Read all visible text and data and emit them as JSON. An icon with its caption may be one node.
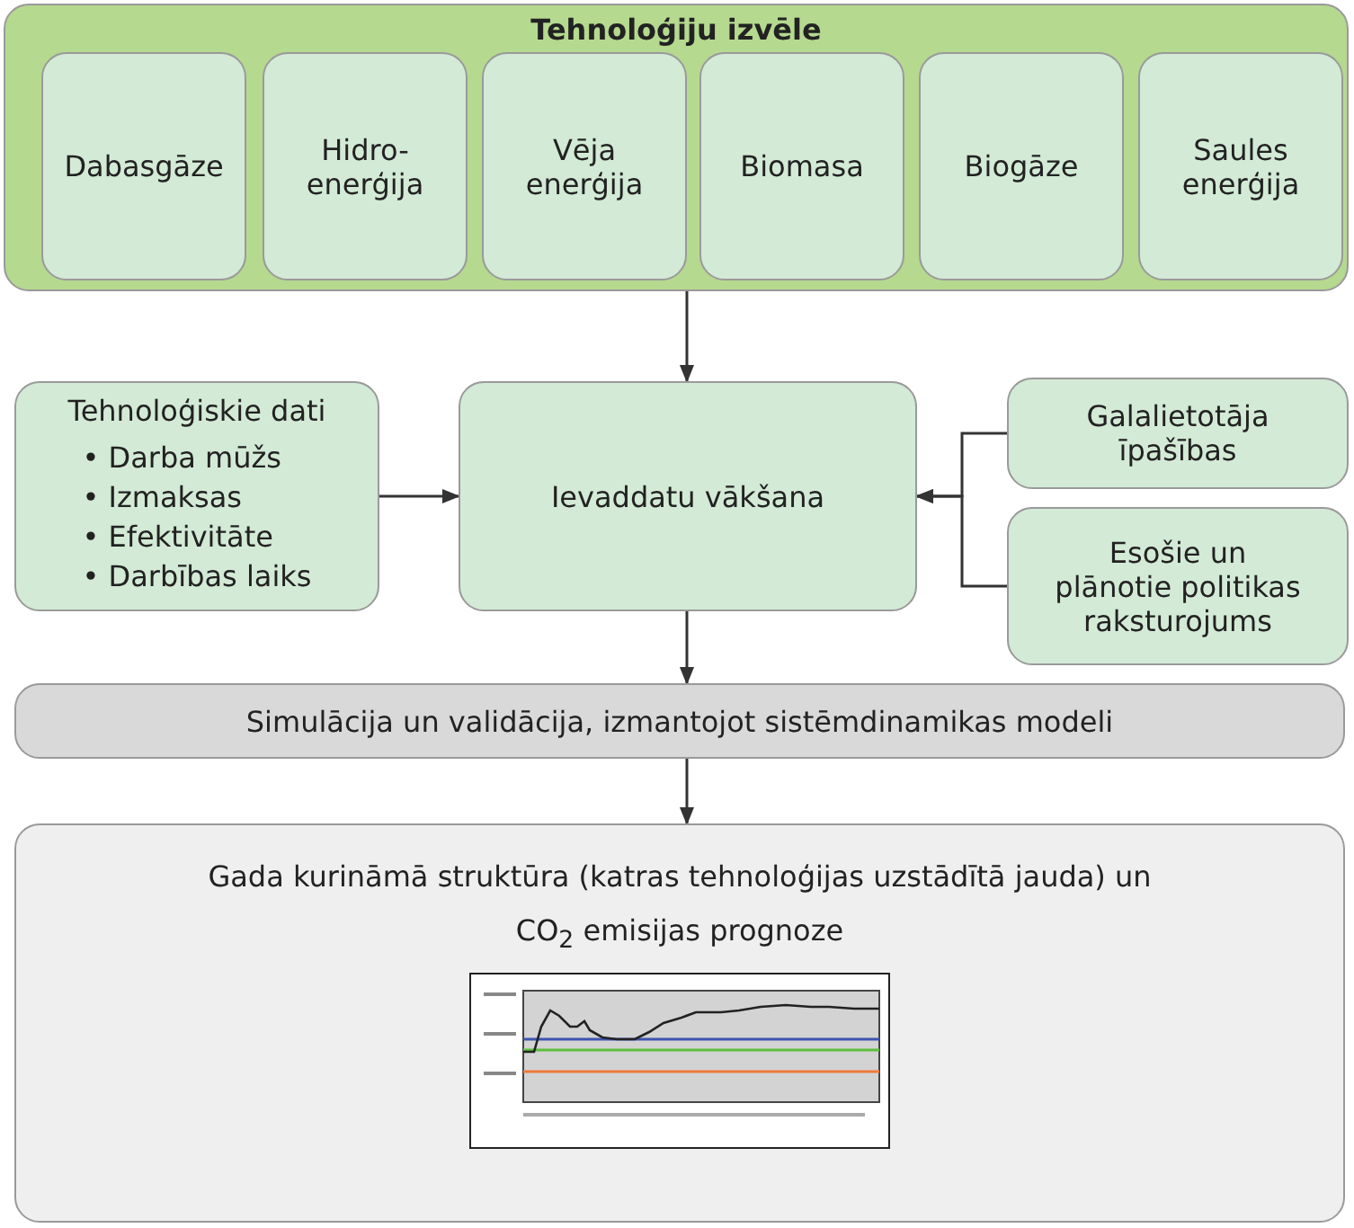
{
  "diagram": {
    "nodes": [
      {
        "text": [
          "Tehnoloģiju izvēle"
        ]
      },
      {
        "text": [
          "Dabasgāze"
        ],
        "in": 0
      },
      {
        "text": [
          "Hidro- enerģija"
        ],
        "in": 0
      },
      {
        "text": [
          "Vēja enerģija"
        ],
        "in": 0
      },
      {
        "text": [
          "Biomasa"
        ],
        "in": 0
      },
      {
        "text": [
          "Biogāze"
        ],
        "in": 0
      },
      {
        "text": [
          "Saules enerģija"
        ],
        "in": 0
      },
      {
        "text": [
          "Tehnoloģiskie dati",
          "• Darba mūžs",
          "• Izmaksas",
          "• Efektivitāte",
          "• Darbības laiks"
        ]
      },
      {
        "text": [
          "Ievaddatu vākšana"
        ]
      },
      {
        "text": [
          "Galalietotāja īpašības"
        ]
      },
      {
        "text": [
          "Esošie un plānotie politikas raksturojums"
        ]
      },
      {
        "text": [
          "Simulācija un validācija, izmantojot sistēmdinamikas modeli"
        ]
      },
      {
        "text": [
          "Gada kurināmā struktūra (katras tehnoloģijas uzstādītā jauda) un CO$_{2}$ emisijas prognoze"
        ]
      }
    ],
    "edges": [
      {
        "from": 0,
        "to": 8,
        "arrow": "to"
      },
      {
        "from": 7,
        "to": 8,
        "arrow": "to"
      },
      {
        "from": 9,
        "to": 8,
        "arrow": "to"
      },
      {
        "from": 10,
        "to": 8,
        "arrow": "to"
      },
      {
        "from": 8,
        "to": 11,
        "arrow": "to"
      },
      {
        "from": 11,
        "to": 12,
        "arrow": "to"
      }
    ]
  }
}
